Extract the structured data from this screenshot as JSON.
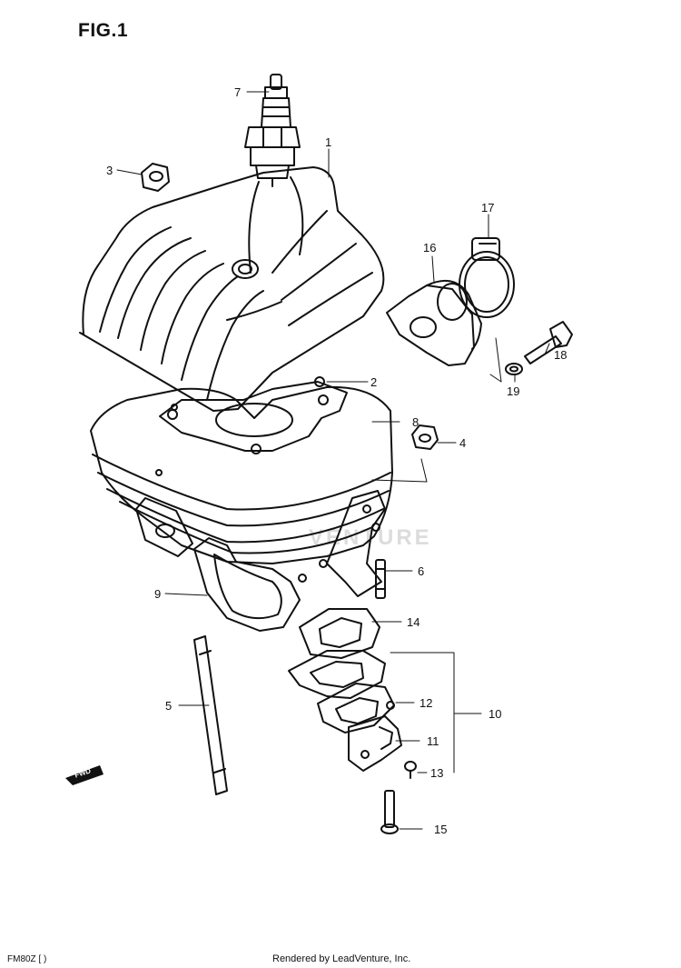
{
  "figure": {
    "title": "FIG.1",
    "model_code": "FM80Z [ )",
    "footer": "Rendered by LeadVenture, Inc.",
    "watermark": "VENTURE",
    "fwd_label": "FWD"
  },
  "callouts": [
    {
      "number": "1",
      "part": "cylinder-head"
    },
    {
      "number": "2",
      "part": "head-gasket"
    },
    {
      "number": "3",
      "part": "head-nut"
    },
    {
      "number": "4",
      "part": "cylinder-nut"
    },
    {
      "number": "5",
      "part": "stud-bolt"
    },
    {
      "number": "6",
      "part": "stud"
    },
    {
      "number": "7",
      "part": "spark-plug"
    },
    {
      "number": "8",
      "part": "cylinder"
    },
    {
      "number": "9",
      "part": "cylinder-base-gasket"
    },
    {
      "number": "10",
      "part": "reed-valve-assembly"
    },
    {
      "number": "11",
      "part": "reed-valve-stopper"
    },
    {
      "number": "12",
      "part": "reed-valve"
    },
    {
      "number": "13",
      "part": "screw"
    },
    {
      "number": "14",
      "part": "reed-valve-gasket"
    },
    {
      "number": "15",
      "part": "bolt"
    },
    {
      "number": "16",
      "part": "intake-pipe"
    },
    {
      "number": "17",
      "part": "clamp"
    },
    {
      "number": "18",
      "part": "bolt"
    },
    {
      "number": "19",
      "part": "washer"
    }
  ],
  "colors": {
    "ink": "#111111",
    "paper": "#ffffff",
    "watermark": "#dcdcdc"
  }
}
